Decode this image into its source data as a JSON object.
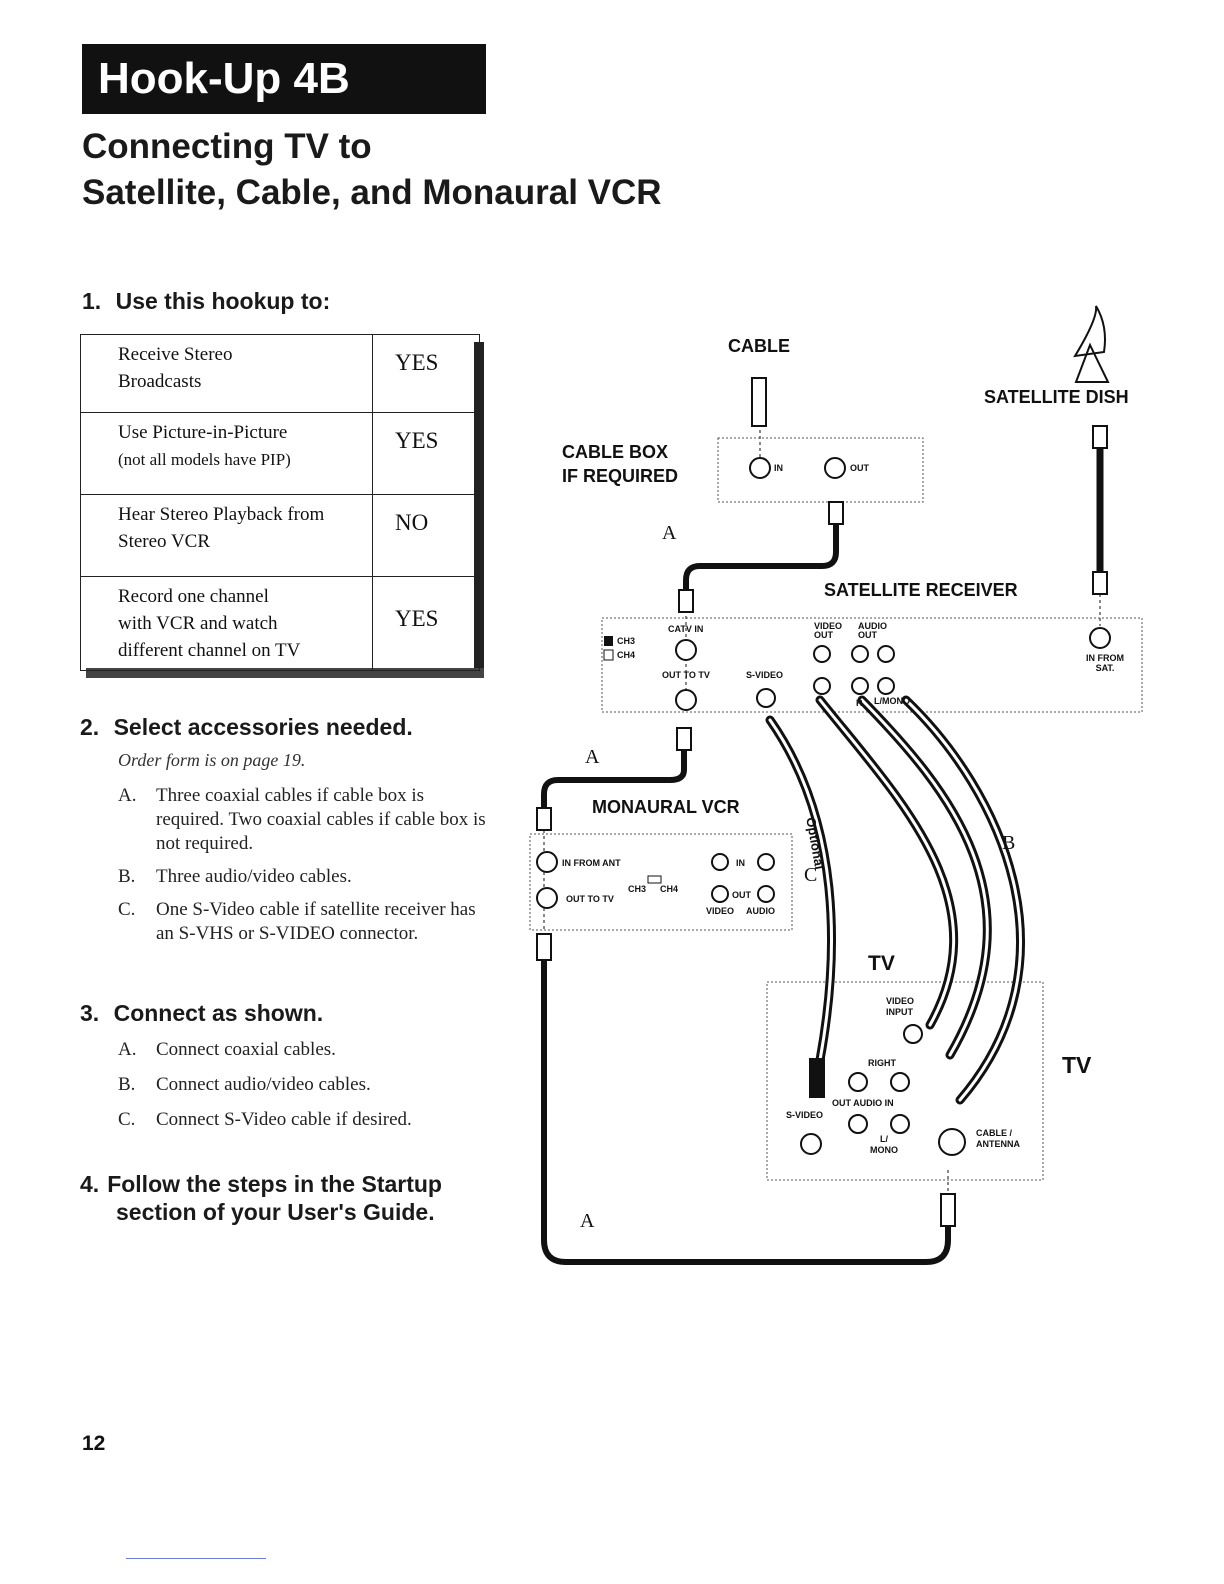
{
  "header": "Hook-Up 4B",
  "title_line1": "Connecting TV to",
  "title_line2": "Satellite, Cable, and Monaural VCR",
  "step1": {
    "number": "1.",
    "heading": "Use this hookup to:"
  },
  "uses_table": [
    {
      "line1": "Receive Stereo",
      "line2": "Broadcasts",
      "line3": "",
      "answer": "YES"
    },
    {
      "line1": "Use Picture-in-Picture",
      "line2": "(not all models have PIP)",
      "line3": "",
      "answer": "YES"
    },
    {
      "line1": "Hear  Stereo Playback from",
      "line2": "Stereo VCR",
      "line3": "",
      "answer": "NO"
    },
    {
      "line1": "Record one channel",
      "line2": "with VCR and watch",
      "line3": "different channel on TV",
      "answer": "YES"
    }
  ],
  "step2": {
    "number": "2.",
    "heading": "Select accessories needed.",
    "note": "Order form is on page 19.",
    "items": [
      {
        "letter": "A.",
        "text": "Three coaxial cables if cable box is required.  Two coaxial cables if cable box is not required."
      },
      {
        "letter": "B.",
        "text": "Three audio/video cables."
      },
      {
        "letter": "C.",
        "text": "One S-Video cable if satellite receiver has an S-VHS or S-VIDEO connector."
      }
    ]
  },
  "step3": {
    "number": "3.",
    "heading": "Connect as shown.",
    "items": [
      {
        "letter": "A.",
        "text": "Connect coaxial cables."
      },
      {
        "letter": "B.",
        "text": "Connect audio/video cables."
      },
      {
        "letter": "C.",
        "text": "Connect S-Video cable if desired."
      }
    ]
  },
  "step4": {
    "number": "4.",
    "line1": "Follow the steps in the Startup",
    "line2": "section of your User's Guide."
  },
  "page_number": "12",
  "diagram": {
    "cable": "CABLE",
    "satellite_dish": "SATELLITE  DISH",
    "cable_box_line1": "CABLE BOX",
    "cable_box_line2": "IF REQUIRED",
    "satellite_receiver": "SATELLITE RECEIVER",
    "monaural_vcr": "MONAURAL VCR",
    "tv_label": "TV",
    "tv_label_right": "TV",
    "optional": "Optional",
    "letter_a": "A",
    "letter_b": "B",
    "letter_c": "C",
    "in": "IN",
    "out": "OUT",
    "catv_in": "CATV IN",
    "ch3": "CH3",
    "ch4": "CH4",
    "out_to_tv": "OUT TO TV",
    "s_video": "S-VIDEO",
    "video_out": "VIDEO OUT",
    "audio_out": "AUDIO OUT",
    "r": "R",
    "l_mono": "L/MONO",
    "in_from_sat": "IN FROM SAT.",
    "in_from_ant": "IN FROM ANT",
    "video": "VIDEO",
    "audio": "AUDIO",
    "video_input": "VIDEO INPUT",
    "right": "RIGHT",
    "audio_in": "OUT  AUDIO   IN",
    "l_mono_tv": "L/ MONO",
    "s_video_tv": "S-VIDEO",
    "cable_antenna": "CABLE / ANTENNA"
  }
}
